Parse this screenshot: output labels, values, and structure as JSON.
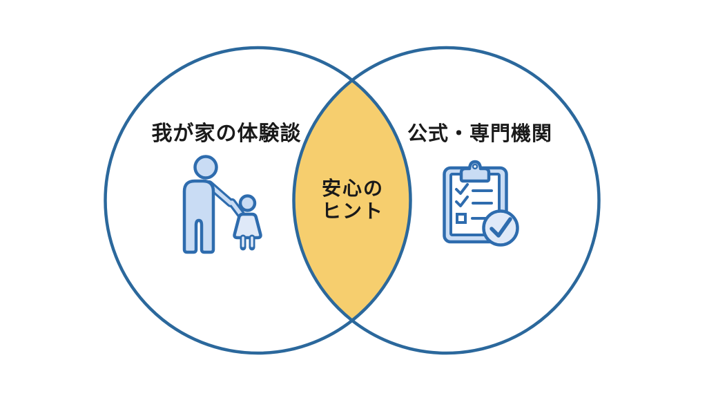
{
  "diagram": {
    "type": "venn",
    "left_circle": {
      "label": "我が家の体験談",
      "icon": "parent-child-icon"
    },
    "right_circle": {
      "label": "公式・専門機関",
      "icon": "clipboard-checklist-icon"
    },
    "intersection": {
      "label_line1": "安心の",
      "label_line2": "ヒント"
    },
    "colors": {
      "background": "#ffffff",
      "circle_stroke": "#2b689c",
      "intersection_fill": "#f6ce6e",
      "icon_stroke": "#2e6cae",
      "icon_fill": "#c9dcf4",
      "icon_fill_light": "#dfe9f8",
      "text": "#1a1a1a"
    }
  }
}
